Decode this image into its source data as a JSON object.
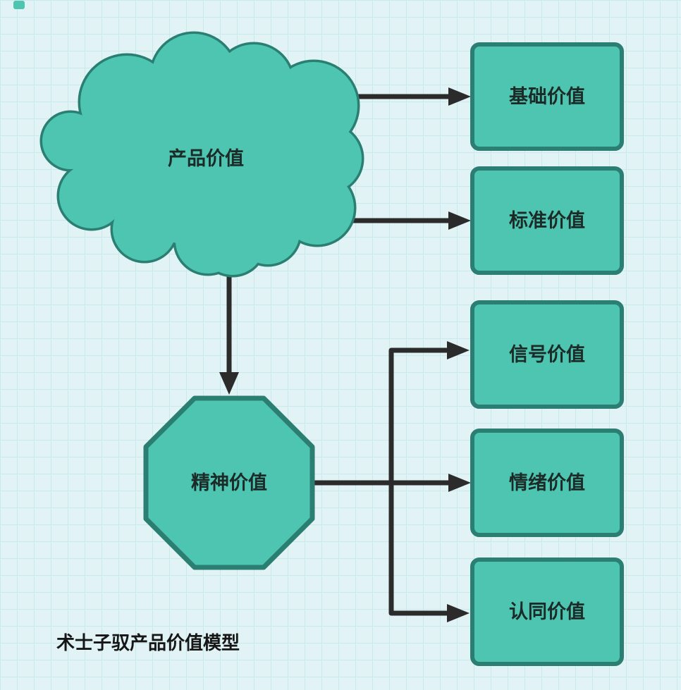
{
  "diagram": {
    "caption": "术士子驭产品价值模型",
    "nodes": {
      "cloud": {
        "shape": "cloud",
        "label": "产品价值"
      },
      "octagon": {
        "shape": "octagon",
        "label": "精神价值"
      },
      "boxes": [
        {
          "shape": "rounded-rectangle",
          "label": "基础价值"
        },
        {
          "shape": "rounded-rectangle",
          "label": "标准价值"
        },
        {
          "shape": "rounded-rectangle",
          "label": "信号价值"
        },
        {
          "shape": "rounded-rectangle",
          "label": "情绪价值"
        },
        {
          "shape": "rounded-rectangle",
          "label": "认同价值"
        }
      ]
    },
    "edges": [
      {
        "from": "产品价值",
        "to": "基础价值"
      },
      {
        "from": "产品价值",
        "to": "标准价值"
      },
      {
        "from": "产品价值",
        "to": "精神价值"
      },
      {
        "from": "精神价值",
        "to": "信号价值"
      },
      {
        "from": "精神价值",
        "to": "情绪价值"
      },
      {
        "from": "精神价值",
        "to": "认同价值"
      }
    ],
    "colors": {
      "background": "#e2f3f5",
      "grid_line": "#c9e9ec",
      "shape_fill": "#4dc5b1",
      "shape_border": "#2a7f72",
      "arrow": "#2b2b2b",
      "label_text": "#1c2b27"
    }
  }
}
